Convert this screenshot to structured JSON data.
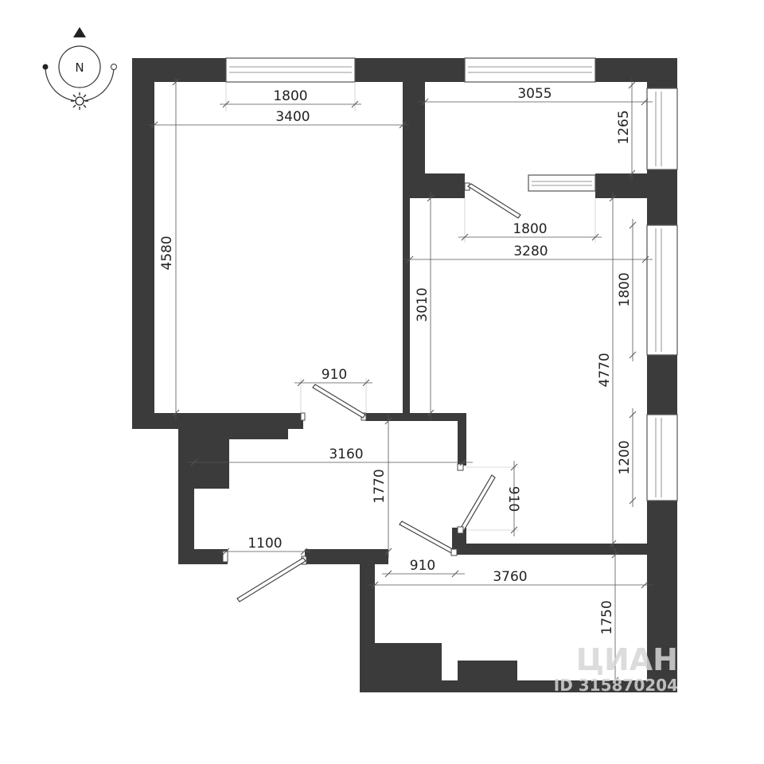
{
  "compass": {
    "label": "N"
  },
  "dimensions": {
    "room1_window": "1800",
    "room1_width": "3400",
    "room1_length": "4580",
    "kitchen_width": "3055",
    "kitchen_depth": "1265",
    "room2_window": "1800",
    "room2_width": "3280",
    "room2_door_wall": "3010",
    "room2_window_right": "1800",
    "room2_length": "4770",
    "room2_window_lower": "1200",
    "room1_door": "910",
    "hall_length": "3160",
    "hall_width": "1770",
    "room2_door": "910",
    "bath_door_width": "910",
    "entrance_door": "1100",
    "bath_width": "3760",
    "bath_depth": "1750"
  },
  "watermark": {
    "brand": "ЦИАН",
    "id": "ID 315870204"
  }
}
